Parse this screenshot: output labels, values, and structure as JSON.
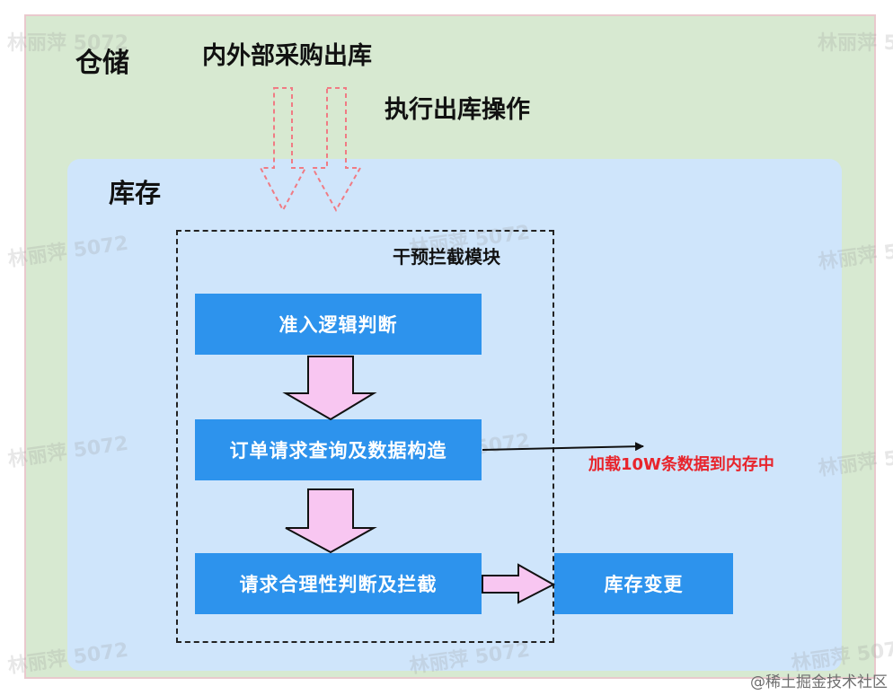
{
  "warehouse": {
    "title": "仓储"
  },
  "flows": {
    "procurement": "内外部采购出库",
    "execute_outbound": "执行出库操作"
  },
  "inventory": {
    "title": "库存"
  },
  "module": {
    "title": "干预拦截模块",
    "steps": [
      "准入逻辑判断",
      "订单请求查询及数据构造",
      "请求合理性判断及拦截"
    ]
  },
  "result": {
    "label": "库存变更"
  },
  "note": {
    "text": "加载10W条数据到内存中",
    "color": "#e8242b"
  },
  "watermark": {
    "text": "林丽萍 5072"
  },
  "footer": {
    "text": "@稀土掘金技术社区"
  },
  "colors": {
    "warehouse_bg": "#d7e9d1",
    "inventory_bg": "#cfe5fb",
    "box_fill": "#2d93ed",
    "arrow_fill": "#f8c6f1",
    "dashed_arrow": "#f07b84"
  }
}
